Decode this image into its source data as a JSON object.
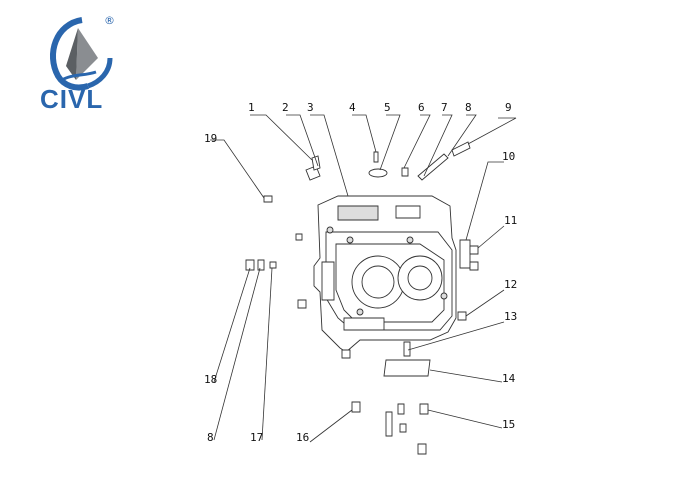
{
  "brand": {
    "name": "CIVL",
    "registered_mark": "®",
    "colors": {
      "blue": "#2a66ad",
      "grey": "#8a8d91"
    }
  },
  "diagram": {
    "callouts": [
      "1",
      "2",
      "3",
      "4",
      "5",
      "6",
      "7",
      "8",
      "9",
      "10",
      "11",
      "12",
      "13",
      "14",
      "15",
      "16",
      "17",
      "8",
      "18",
      "19"
    ]
  }
}
